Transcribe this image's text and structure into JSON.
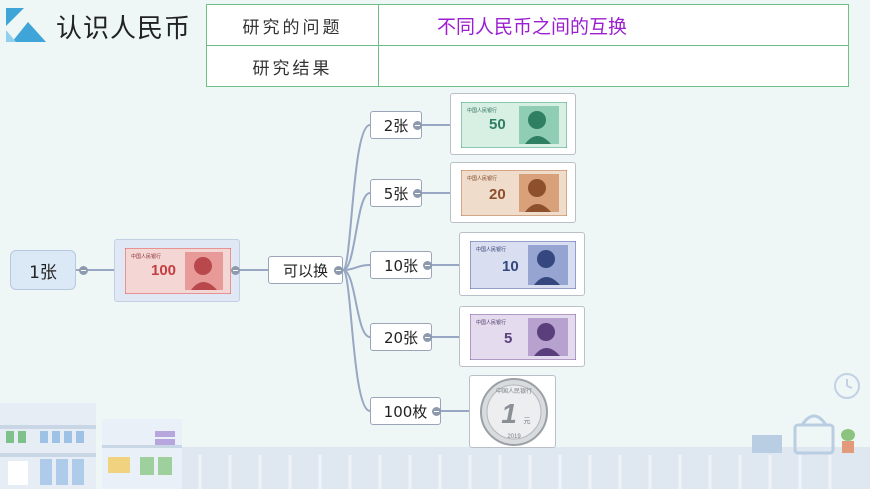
{
  "page": {
    "title": "认识人民币"
  },
  "table": {
    "rows": [
      {
        "label": "研究的问题",
        "value": "不同人民币之间的互换"
      },
      {
        "label": "研究结果",
        "value": ""
      }
    ]
  },
  "mindmap": {
    "root": {
      "label": "1张"
    },
    "relation": {
      "label": "可以换"
    },
    "branches": [
      {
        "label": "2张",
        "item": "note-50"
      },
      {
        "label": "5张",
        "item": "note-20"
      },
      {
        "label": "10张",
        "item": "note-10"
      },
      {
        "label": "20张",
        "item": "note-5"
      },
      {
        "label": "100枚",
        "item": "coin-1"
      }
    ]
  },
  "notes": {
    "note-100": {
      "bank": "中国人民银行",
      "value": "100",
      "color": "#d84f52"
    },
    "note-50": {
      "bank": "中国人民银行",
      "value": "50",
      "color": "#3e9f7e"
    },
    "note-20": {
      "bank": "中国人民银行",
      "value": "20",
      "color": "#b86f3f"
    },
    "note-10": {
      "bank": "中国人民银行",
      "value": "10",
      "color": "#4d63a6"
    },
    "note-5": {
      "bank": "中国人民银行",
      "value": "5",
      "color": "#7b5a9e"
    }
  },
  "coin": {
    "inscription": "中国人民银行",
    "value": "1",
    "unit": "元",
    "year": "2019"
  },
  "icons": [
    "logo-icon",
    "clock-icon",
    "basket-icon",
    "plant-icon",
    "shelf-decoration"
  ]
}
